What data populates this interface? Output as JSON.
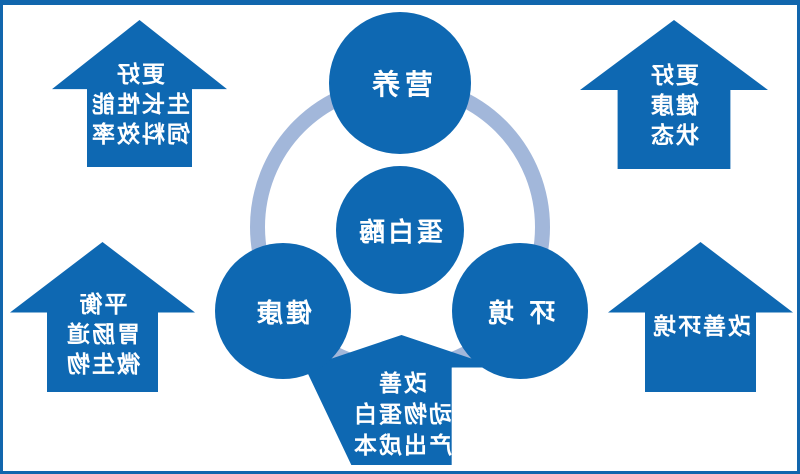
{
  "colors": {
    "primary_blue": "#0e68b2",
    "ring_blue": "#a2b7da",
    "border_blue": "#1166ad",
    "text_white": "#ffffff"
  },
  "circles": {
    "top": "营养",
    "center": "蛋白酶",
    "left": "健康",
    "right": "环 境"
  },
  "arrows": {
    "top_left": {
      "lines": [
        "更好",
        "生长性能",
        "饲料效率"
      ]
    },
    "top_right": {
      "lines": [
        "更好",
        "健康",
        "状态"
      ]
    },
    "bottom_left": {
      "lines": [
        "平衡",
        "胃肠道",
        "微生物"
      ]
    },
    "bottom_right": {
      "lines": [
        "改善环境"
      ]
    },
    "bottom_center": {
      "lines": [
        "改善",
        "动物蛋白",
        "产出成本"
      ]
    }
  }
}
